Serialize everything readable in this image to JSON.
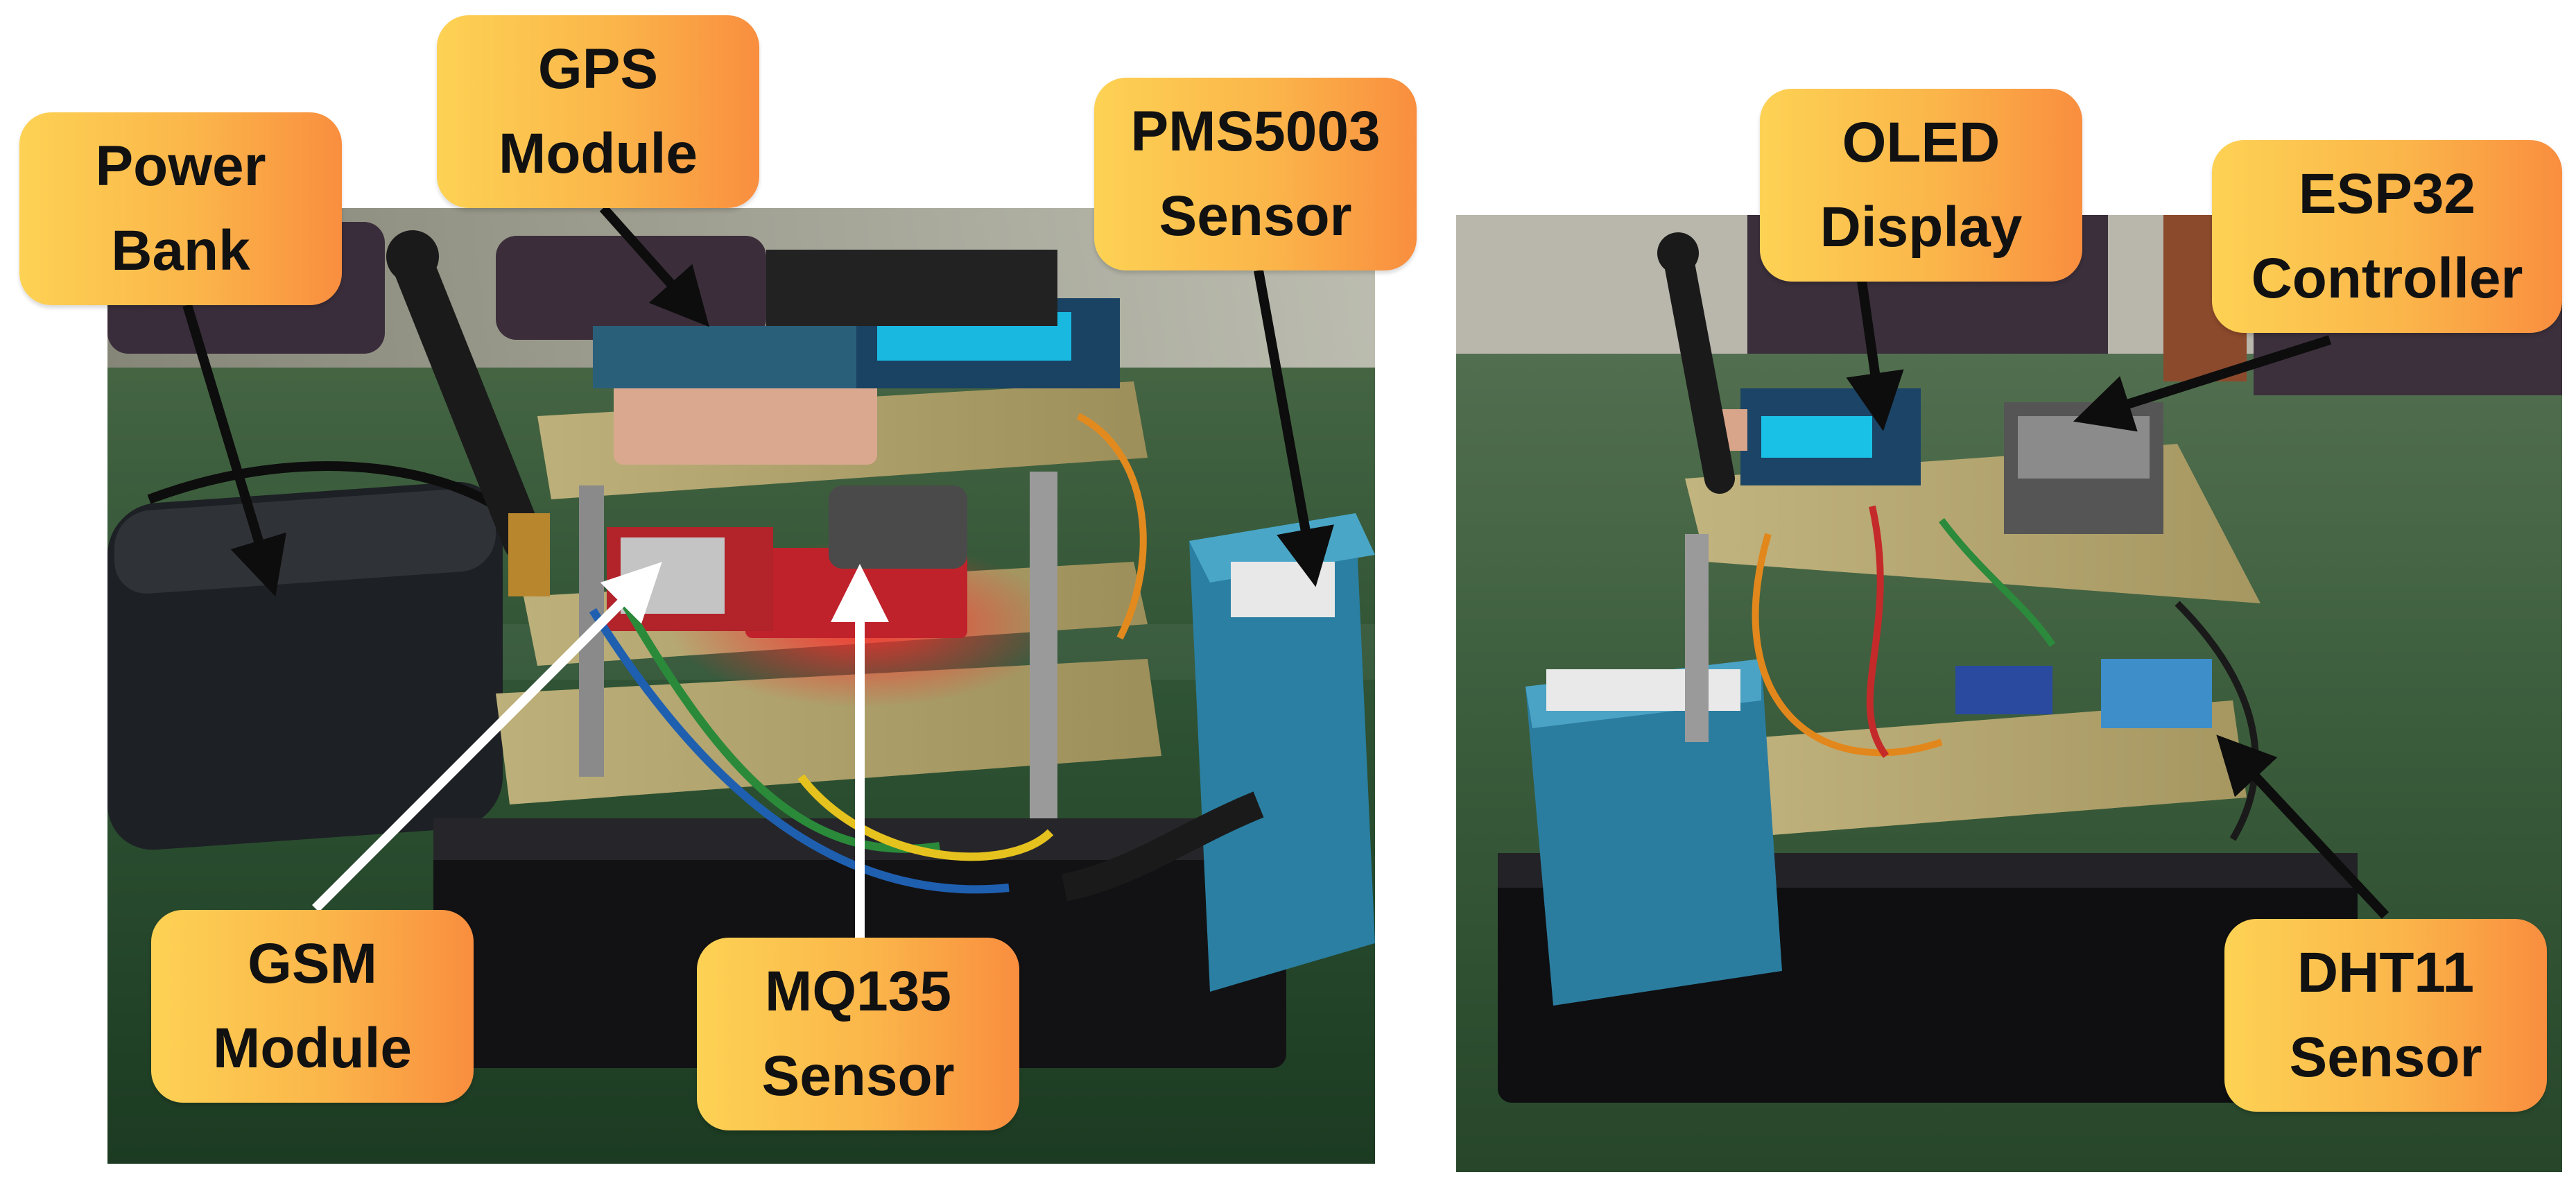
{
  "colors": {
    "callout_start": "#fdd254",
    "callout_end": "#f98e3f",
    "arrow_dark": "#0d0d0d",
    "arrow_light": "#ffffff"
  },
  "photos": [
    {
      "subject": "air quality monitoring device, left three-quarter view"
    },
    {
      "subject": "air quality monitoring device, right three-quarter view"
    }
  ],
  "labels": {
    "power_bank": "Power\nBank",
    "gps_module": "GPS\nModule",
    "pms5003_sensor": "PMS5003\nSensor",
    "gsm_module": "GSM\nModule",
    "mq135_sensor": "MQ135\nSensor",
    "oled_display": "OLED\nDisplay",
    "esp32_controller": "ESP32\nController",
    "dht11_sensor": "DHT11\nSensor"
  }
}
